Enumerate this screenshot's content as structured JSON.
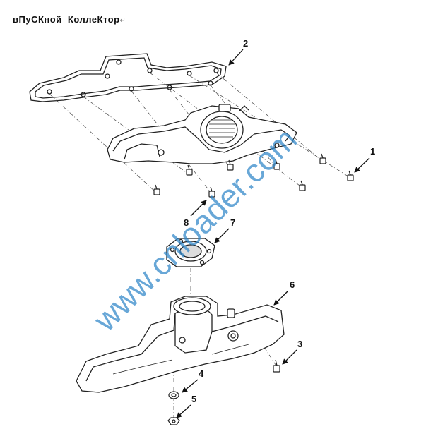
{
  "title": "вПуСКной  КоллеКтор",
  "title_mark": "↵",
  "watermark": "www.cnloader.com",
  "callouts": [
    {
      "id": "1",
      "label": "1",
      "part": "bolt"
    },
    {
      "id": "2",
      "label": "2",
      "part": "gasket"
    },
    {
      "id": "3",
      "label": "3",
      "part": "bolt"
    },
    {
      "id": "4",
      "label": "4",
      "part": "washer"
    },
    {
      "id": "5",
      "label": "5",
      "part": "nut"
    },
    {
      "id": "6",
      "label": "6",
      "part": "intake-manifold-lower"
    },
    {
      "id": "7",
      "label": "7",
      "part": "adapter-plate"
    },
    {
      "id": "8",
      "label": "8",
      "part": "bolt"
    }
  ]
}
